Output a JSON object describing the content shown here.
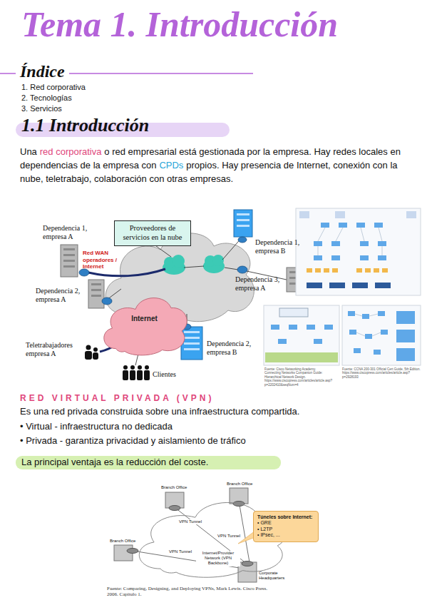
{
  "diagram": {
    "title": "Tema 1. Introducción",
    "nodes": [
      {
        "text": [
          "Proveedores de servicios en la nube"
        ]
      },
      {
        "text": [
          "Internet"
        ]
      },
      {
        "text": [
          "Internet/Provider Network (VPN Backbone)"
        ]
      },
      {
        "text": [
          "Túneles sobre Internet:",
          "• GRE",
          "• L2TP",
          "• IPsec, ..."
        ]
      }
    ],
    "labels": [
      "Índice",
      "1. Red corporativa",
      "2. Tecnologías",
      "3. Servicios",
      "1.1 Introducción",
      "Una",
      "red corporativa",
      "o red empresarial está gestionada por la empresa. Hay redes locales en dependencias de la empresa con",
      "CPDs",
      "propios. Hay presencia de Internet, conexión con la nube, teletrabajo, colaboración con otras empresas.",
      "Dependencia 1, empresa A",
      "Red WAN operadores / Internet",
      "Dependencia 2, empresa A",
      "Dependencia 1, empresa B",
      "Dependencia 3, empresa A",
      "Dependencia 2, empresa B",
      "Teletrabajadores empresa A",
      "Clientes",
      "Fuente: Cisco Networking Academy. Connecting Networks Companion Guide: Hierarchical Network Design. https://www.ciscopress.com/articles/article.asp?p=2202410&seqNum=4",
      "Fuente: CCNA 200-301 Official Cert Guide, 5th Edition. https://www.ciscopress.com/articles/article.asp?p=2928193",
      "RED VIRTUAL PRIVADA (VPN)",
      "Es una red privada construida sobre una infraestructura compartida.",
      "• Virtual - infraestructura no dedicada",
      "• Privada - garantiza privacidad y aislamiento de tráfico",
      "La principal ventaja es la reducción del coste.",
      "Branch Office",
      "Branch Office",
      "Branch Office",
      "VPN Tunnel",
      "VPN Tunnel",
      "VPN Tunnel",
      "Corporate Headquarters",
      "Fuente: Comparing, Designing, and Deploying VPNs, Mark Lewis. Cisco Press. 2006. Capítulo 1."
    ]
  }
}
